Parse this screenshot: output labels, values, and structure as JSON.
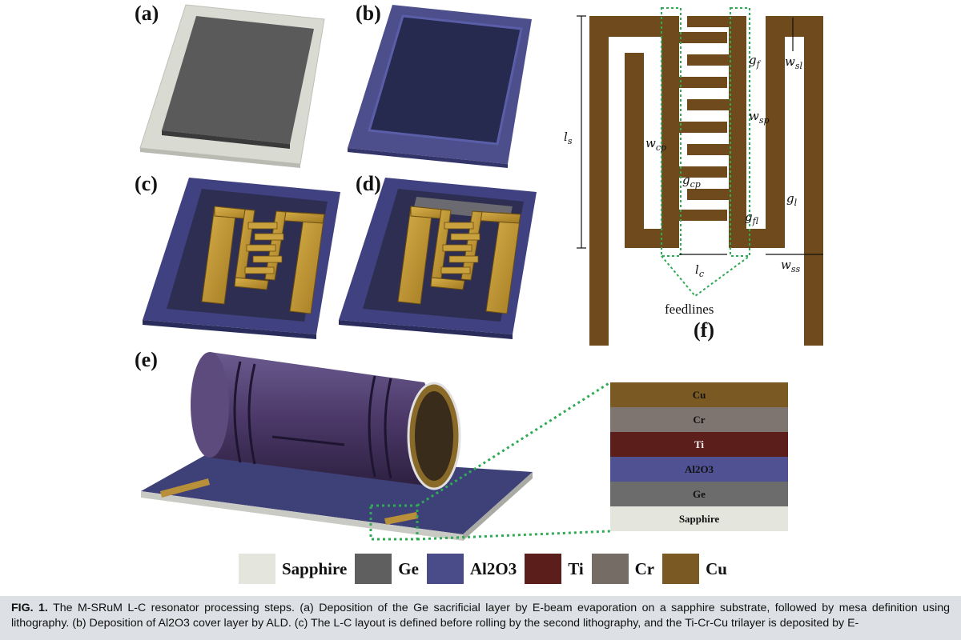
{
  "panels": {
    "a": "(a)",
    "b": "(b)",
    "c": "(c)",
    "d": "(d)",
    "e": "(e)",
    "f": "(f)"
  },
  "dimension_labels": {
    "g_f": [
      "g",
      "f"
    ],
    "w_sl": [
      "w",
      "sl"
    ],
    "w_sp": [
      "w",
      "sp"
    ],
    "l_s": [
      "l",
      "s"
    ],
    "w_cp": [
      "w",
      "cp"
    ],
    "g_cp": [
      "g",
      "cp"
    ],
    "g_l": [
      "g",
      "l"
    ],
    "g_fl": [
      "g",
      "fl"
    ],
    "l_c": [
      "l",
      "c"
    ],
    "w_ss": [
      "w",
      "ss"
    ]
  },
  "feedlines_label": "feedlines",
  "stack_layers": [
    {
      "label": "Cu",
      "color": "#7a5a22",
      "text_color": "#111111"
    },
    {
      "label": "Cr",
      "color": "#7e7470",
      "text_color": "#111111"
    },
    {
      "label": "Ti",
      "color": "#5c1e1a",
      "text_color": "#eeeeee"
    },
    {
      "label": "Al2O3",
      "color": "#4f5192",
      "text_color": "#111111"
    },
    {
      "label": "Ge",
      "color": "#6c6c6c",
      "text_color": "#111111"
    },
    {
      "label": "Sapphire",
      "color": "#e4e5dc",
      "text_color": "#111111"
    }
  ],
  "legend": [
    {
      "label": "Sapphire",
      "color": "#e4e5dc"
    },
    {
      "label": "Ge",
      "color": "#5f5f5f"
    },
    {
      "label": "Al2O3",
      "color": "#4a4c8a"
    },
    {
      "label": "Ti",
      "color": "#5c1e1a"
    },
    {
      "label": "Cr",
      "color": "#756c66"
    },
    {
      "label": "Cu",
      "color": "#7a5a22"
    }
  ],
  "caption": {
    "fig_label": "FIG. 1.",
    "text": "The M-SRuM L-C resonator processing steps. (a) Deposition of the Ge sacrificial layer by E-beam evaporation on a sapphire substrate, followed by mesa definition using lithography. (b) Deposition of Al2O3 cover layer by ALD. (c) The L-C layout is defined before rolling by the second lithography, and the Ti-Cr-Cu trilayer is deposited by E-"
  },
  "colors": {
    "copper": "#6e4a1c",
    "green_dotted": "#2faa55",
    "purple_tube": "#4e3a6e"
  }
}
